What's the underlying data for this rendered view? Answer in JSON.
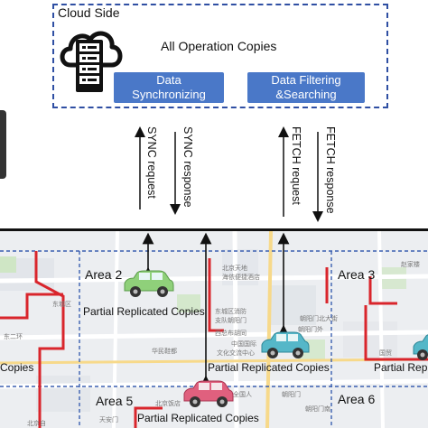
{
  "cloud": {
    "title": "Cloud Side",
    "all_copies": "All Operation Copies",
    "btn_sync": "Data\nSynchronizing",
    "btn_sync_l1": "Data",
    "btn_sync_l2": "Synchronizing",
    "btn_filter_l1": "Data Filtering",
    "btn_filter_l2": "&Searching"
  },
  "arrows": {
    "sync_request": "SYNC request",
    "sync_response": "SYNC response",
    "fetch_request": "FETCH request",
    "fetch_response": "FETCH response"
  },
  "map": {
    "areas": [
      "Area 2",
      "Area 3",
      "Area 5",
      "Area 6"
    ],
    "partial_copies": "Partial Replicated Copies",
    "copies_left": "Copies",
    "partial_right": "Partial Replicate",
    "street_labels": [
      "东城区",
      "北京天地",
      "海依便捷酒店",
      "朝阳门北大街",
      "东城区消防",
      "支队朝阳门",
      "西总布胡同",
      "朝阳门外",
      "中国国际",
      "文化交流中心",
      "华民鞋都",
      "北京饭店",
      "朝阳门",
      "全国人",
      "北京自",
      "天安门",
      "朝阳门南",
      "赵家楼",
      "国贸",
      "东二环"
    ]
  },
  "colors": {
    "cloud_border": "#2f4fa3",
    "button": "#4a78c8",
    "car_green": "#8fd07a",
    "car_teal": "#55b7c8",
    "car_pink": "#e0607e",
    "road_red": "#d9252c",
    "grid_blue": "#3a5fb0"
  }
}
